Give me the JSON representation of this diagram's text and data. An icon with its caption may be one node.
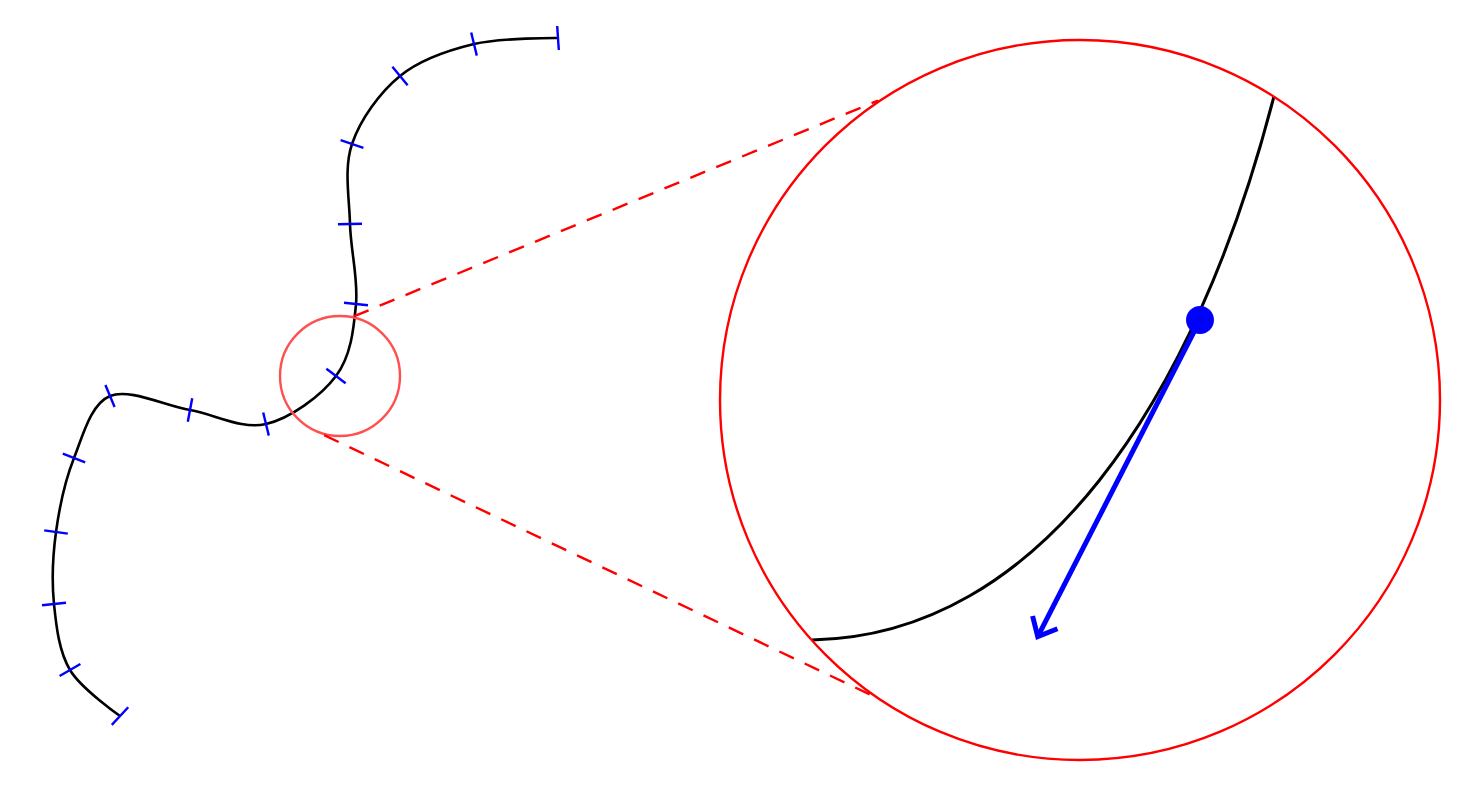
{
  "diagram": {
    "nodes": [
      {
        "text": [],
        "shape": "circle"
      },
      {
        "text": [],
        "shape": "circle"
      }
    ],
    "edges": [
      {
        "from": 0,
        "to": 1,
        "arrow": "none",
        "style": "dashed",
        "color": "#ff0000"
      },
      {
        "from": 0,
        "to": 1,
        "arrow": "none",
        "style": "dashed",
        "color": "#ff0000"
      }
    ]
  }
}
